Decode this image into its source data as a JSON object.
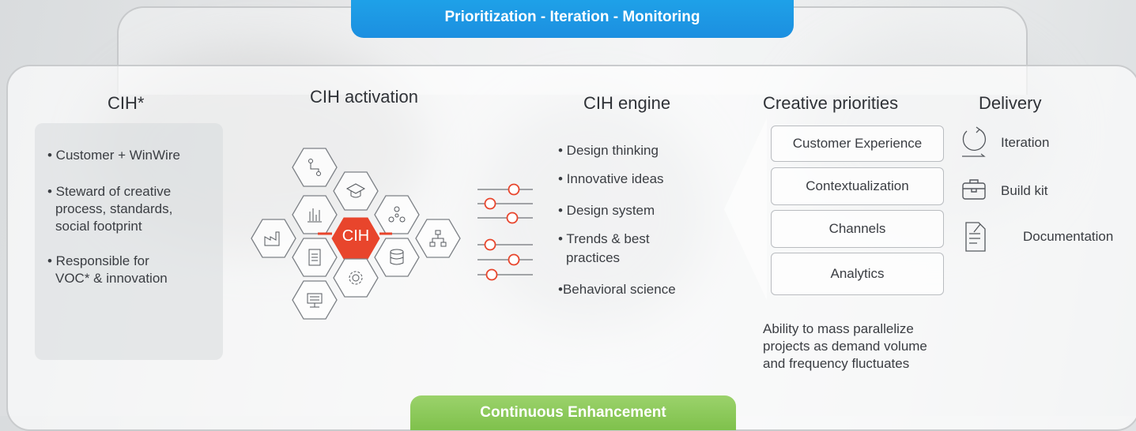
{
  "top_bar": {
    "label": "Prioritization - Iteration - Monitoring"
  },
  "bottom_bar": {
    "label": "Continuous Enhancement"
  },
  "columns": {
    "cih": {
      "title": "CIH*",
      "bullets": [
        "• Customer + WinWire",
        "• Steward of creative",
        "process, standards,",
        "social footprint",
        "• Responsible for",
        "VOC* & innovation"
      ]
    },
    "activation": {
      "title": "CIH activation",
      "center_label": "CIH"
    },
    "engine": {
      "title": "CIH engine",
      "bullets": [
        "• Design thinking",
        "• Innovative ideas",
        "• Design system",
        "• Trends & best",
        "practices",
        "•Behavioral science"
      ]
    },
    "priorities": {
      "title": "Creative priorities",
      "items": [
        "Customer Experience",
        "Contextualization",
        "Channels",
        "Analytics"
      ],
      "note": [
        "Ability to mass parallelize",
        "projects as demand volume",
        "and frequency fluctuates"
      ]
    },
    "delivery": {
      "title": "Delivery",
      "items": [
        {
          "label": "Iteration",
          "icon": "cycle-arrow-icon"
        },
        {
          "label": "Build kit",
          "icon": "briefcase-icon"
        },
        {
          "label": "Documentation",
          "icon": "document-edit-icon"
        }
      ]
    }
  },
  "colors": {
    "accent_blue": "#1c8fe0",
    "accent_green": "#7fc14c",
    "accent_red": "#e8452c"
  }
}
